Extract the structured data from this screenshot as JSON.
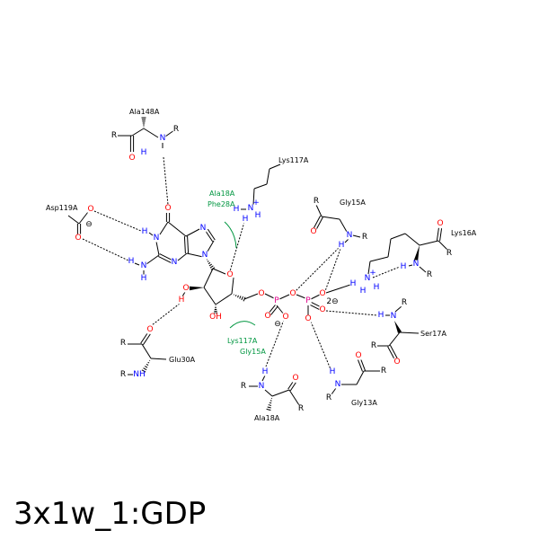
{
  "title": "3x1w_1:GDP",
  "residues": {
    "ala148": "Ala148A",
    "asp119": "Asp119A",
    "lys117_top": "Lys117A",
    "ala18_green": "Ala18A",
    "phe28_green": "Phe28A",
    "gly15": "Gly15A",
    "lys16": "Lys16A",
    "ser17": "Ser17A",
    "glu30": "Glu30A",
    "lys117_green": "Lys117A",
    "gly15_green": "Gly15A",
    "ala18": "Ala18A",
    "gly13": "Gly13A"
  },
  "atoms": {
    "O": "O",
    "N": "N",
    "H": "H",
    "P": "P",
    "R": "R",
    "NH": "NH",
    "OH": "OH",
    "plus": "+",
    "minus": "⊖",
    "minus2": "2⊖"
  },
  "colors": {
    "oxygen": "#ff0000",
    "nitrogen": "#0000ff",
    "phosphorus": "#e0008a",
    "hydrophobic": "#009640"
  }
}
